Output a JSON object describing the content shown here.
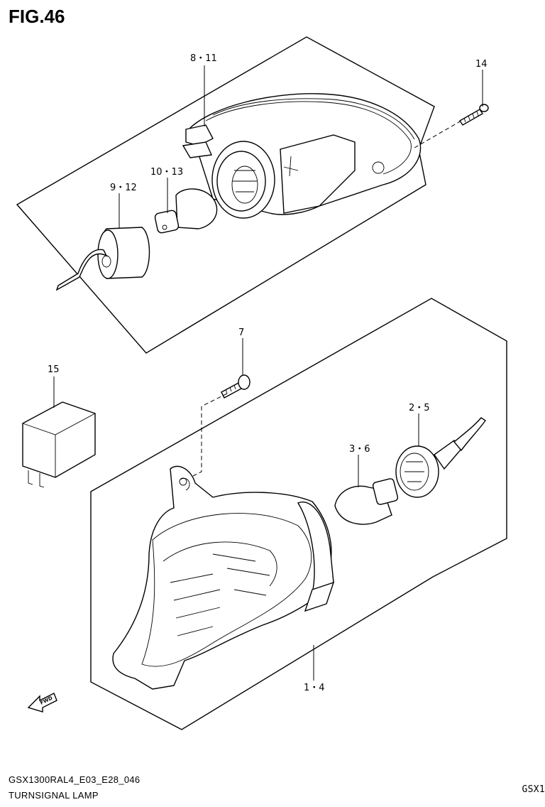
{
  "figure": {
    "title": "FIG.46"
  },
  "footer": {
    "model_code": "GSX1300RAL4_E03_E28_046",
    "part_name": "TURNSIGNAL LAMP",
    "truncated_tag": "GSX1"
  },
  "callouts": {
    "c8_11": "8・11",
    "c14": "14",
    "c10_13": "10・13",
    "c9_12": "9・12",
    "c7": "7",
    "c15": "15",
    "c2_5": "2・5",
    "c3_6": "3・6",
    "c1_4": "1・4"
  },
  "direction_arrow": {
    "label": "FWD",
    "icon": "forward-arrow-icon"
  }
}
